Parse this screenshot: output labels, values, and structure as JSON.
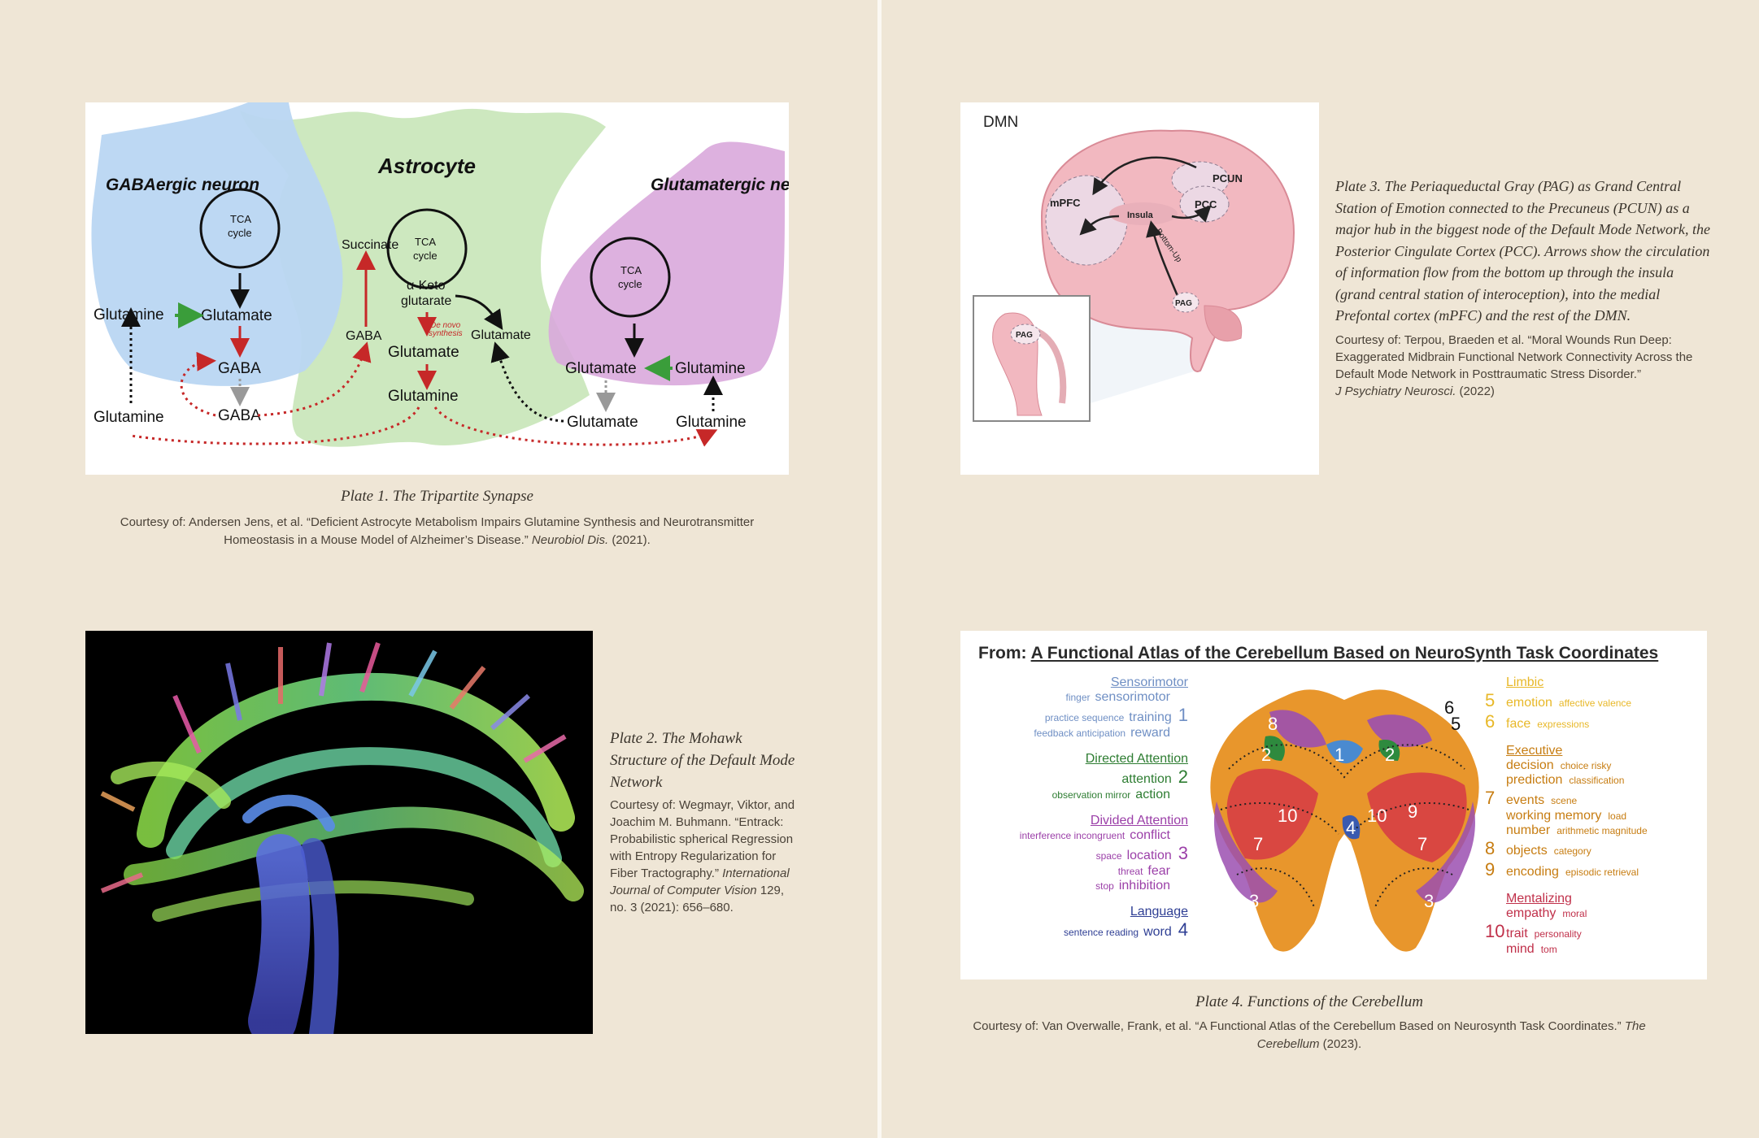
{
  "plate1": {
    "labels": {
      "gaba_neuron": "GABAergic neuron",
      "astrocyte": "Astrocyte",
      "glu_neuron": "Glutamatergic neuron",
      "tca": "TCA",
      "cycle": "cycle",
      "succinate": "Succinate",
      "aketo": "α-Keto",
      "glutarate": "glutarate",
      "denovo1": "De novo",
      "denovo2": "synthesis",
      "glutamine": "Glutamine",
      "glutamate": "Glutamate",
      "gaba": "GABA"
    },
    "title": "Plate 1. The Tripartite Synapse",
    "credit": "Courtesy of: Andersen Jens, et al. “Deficient Astrocyte Metabolism Impairs Glutamine Synthesis and Neurotransmitter Homeostasis in a Mouse Model of Alzheimer’s Disease.”",
    "credit_journal": "Neurobiol Dis.",
    "credit_year": "(2021)."
  },
  "plate2": {
    "title": "Plate 2. The Mohawk Structure of the Default Mode Network",
    "credit": "Courtesy of: Wegmayr, Viktor, and Joachim M. Buhmann. “Entrack: Probabilistic spherical Regression with Entropy Regularization for Fiber Tractography.”",
    "credit_journal": "International Journal of Computer Vision",
    "credit_tail": "129, no. 3 (2021): 656–680."
  },
  "plate3": {
    "labels": {
      "dmn": "DMN",
      "mpfc": "mPFC",
      "pcun": "PCUN",
      "pcc": "PCC",
      "insula": "Insula",
      "bottomup": "Bottom-Up",
      "pag": "PAG"
    },
    "title": "Plate 3. The Periaqueductal Gray (PAG) as Grand Central Station of Emotion connected to the Precuneus (PCUN) as a major hub in the biggest node of the Default Mode Network, the Posterior Cingulate Cortex (PCC). Arrows show the circulation of information flow from the bottom up through the insula (grand central station of interoception), into the medial Prefontal cortex (mPFC) and the rest of the DMN.",
    "credit": "Courtesy of: Terpou, Braeden et al. “Moral Wounds Run Deep: Exaggerated Midbrain Functional Network Connectivity Across the Default Mode Network in Posttraumatic Stress Disorder.”",
    "credit_journal": "J Psychiatry Neurosci.",
    "credit_year": "(2022)"
  },
  "plate4": {
    "figure_title_prefix": "From:",
    "figure_title": "A Functional Atlas of the Cerebellum Based on NeuroSynth Task Coordinates",
    "left_groups": [
      {
        "header": "Sensorimotor",
        "color": "#6f8fc4",
        "num": "1",
        "rows": [
          [
            "finger",
            "sensorimotor"
          ],
          [
            "practice sequence",
            "training"
          ],
          [
            "feedback anticipation",
            "reward"
          ]
        ]
      },
      {
        "header": "Directed Attention",
        "color": "#2e7d32",
        "num": "2",
        "rows": [
          [
            "",
            "attention"
          ],
          [
            "observation mirror",
            "action"
          ]
        ]
      },
      {
        "header": "Divided Attention",
        "color": "#9b3fa8",
        "num": "3",
        "rows": [
          [
            "interference incongruent",
            "conflict"
          ],
          [
            "space",
            "location"
          ],
          [
            "threat",
            "fear"
          ],
          [
            "stop",
            "inhibition"
          ]
        ]
      },
      {
        "header": "Language",
        "color": "#2f3f94",
        "num": "4",
        "rows": [
          [
            "sentence reading",
            "word"
          ]
        ]
      }
    ],
    "right_groups": [
      {
        "header": "Limbic",
        "color": "#e8b828",
        "nums": [
          "5",
          "6"
        ],
        "rows": [
          [
            "emotion",
            "affective valence"
          ],
          [
            "face",
            "expressions"
          ]
        ]
      },
      {
        "header": "Executive",
        "color": "#c77d12",
        "nums": [
          "7",
          "8",
          "9"
        ],
        "rows": [
          [
            "decision",
            "choice risky"
          ],
          [
            "prediction",
            "classification"
          ],
          [
            "events",
            "scene"
          ],
          [
            "working memory",
            "load"
          ],
          [
            "number",
            "arithmetic magnitude"
          ],
          [
            "objects",
            "category"
          ],
          [
            "encoding",
            "episodic retrieval"
          ]
        ]
      },
      {
        "header": "Mentalizing",
        "color": "#c0304a",
        "nums": [
          "10"
        ],
        "rows": [
          [
            "empathy",
            "moral"
          ],
          [
            "trait",
            "personality"
          ],
          [
            "mind",
            "tom"
          ]
        ]
      }
    ],
    "map_numbers": [
      "8",
      "6",
      "5",
      "2",
      "1",
      "2",
      "10",
      "4",
      "10",
      "9",
      "7",
      "7",
      "3",
      "3"
    ],
    "title": "Plate 4. Functions of the Cerebellum",
    "credit": "Courtesy of: Van Overwalle, Frank, et al. “A Functional Atlas of the Cerebellum Based on Neurosynth Task Coordinates.”",
    "credit_journal": "The Cerebellum",
    "credit_year": "(2023)."
  },
  "colors": {
    "background": "#efe6d6",
    "gaba_blue": "#b9d6f2",
    "astro_green": "#c8e6b8",
    "glu_purple": "#d9a8dc",
    "red_arrow": "#c62828"
  }
}
